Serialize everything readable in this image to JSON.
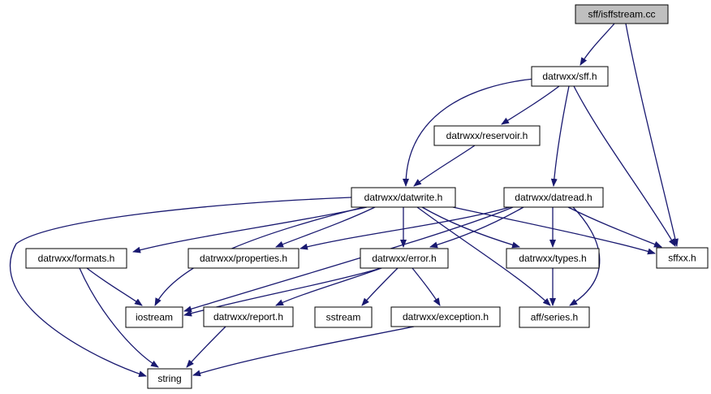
{
  "diagram": {
    "colors": {
      "edge": "#191970",
      "node_border": "#000000",
      "external_border": "#bfbfbf",
      "root_fill": "#bfbfbf",
      "node_fill": "#ffffff"
    },
    "nodes": {
      "isffstream": {
        "label": "sff/isffstream.cc",
        "kind": "root"
      },
      "sff": {
        "label": "datrwxx/sff.h",
        "kind": "file"
      },
      "reservoir": {
        "label": "datrwxx/reservoir.h",
        "kind": "file"
      },
      "datwrite": {
        "label": "datrwxx/datwrite.h",
        "kind": "file"
      },
      "datread": {
        "label": "datrwxx/datread.h",
        "kind": "file"
      },
      "sffxx": {
        "label": "sffxx.h",
        "kind": "external"
      },
      "formats": {
        "label": "datrwxx/formats.h",
        "kind": "file"
      },
      "properties": {
        "label": "datrwxx/properties.h",
        "kind": "file"
      },
      "error": {
        "label": "datrwxx/error.h",
        "kind": "file"
      },
      "types": {
        "label": "datrwxx/types.h",
        "kind": "file"
      },
      "iostream": {
        "label": "iostream",
        "kind": "external"
      },
      "report": {
        "label": "datrwxx/report.h",
        "kind": "file"
      },
      "sstream": {
        "label": "sstream",
        "kind": "external"
      },
      "exception": {
        "label": "datrwxx/exception.h",
        "kind": "file"
      },
      "series": {
        "label": "aff/series.h",
        "kind": "external"
      },
      "string": {
        "label": "string",
        "kind": "external"
      }
    },
    "edges": [
      [
        "isffstream",
        "sff"
      ],
      [
        "isffstream",
        "sffxx"
      ],
      [
        "sff",
        "reservoir"
      ],
      [
        "sff",
        "datwrite"
      ],
      [
        "sff",
        "datread"
      ],
      [
        "sff",
        "sffxx"
      ],
      [
        "reservoir",
        "datwrite"
      ],
      [
        "datwrite",
        "formats"
      ],
      [
        "datwrite",
        "properties"
      ],
      [
        "datwrite",
        "error"
      ],
      [
        "datwrite",
        "types"
      ],
      [
        "datwrite",
        "iostream"
      ],
      [
        "datwrite",
        "series"
      ],
      [
        "datwrite",
        "sffxx"
      ],
      [
        "datwrite",
        "string"
      ],
      [
        "datread",
        "properties"
      ],
      [
        "datread",
        "error"
      ],
      [
        "datread",
        "types"
      ],
      [
        "datread",
        "iostream"
      ],
      [
        "datread",
        "series"
      ],
      [
        "datread",
        "sffxx"
      ],
      [
        "formats",
        "iostream"
      ],
      [
        "formats",
        "string"
      ],
      [
        "error",
        "iostream"
      ],
      [
        "error",
        "report"
      ],
      [
        "error",
        "sstream"
      ],
      [
        "error",
        "exception"
      ],
      [
        "types",
        "series"
      ],
      [
        "report",
        "string"
      ],
      [
        "exception",
        "string"
      ]
    ]
  }
}
